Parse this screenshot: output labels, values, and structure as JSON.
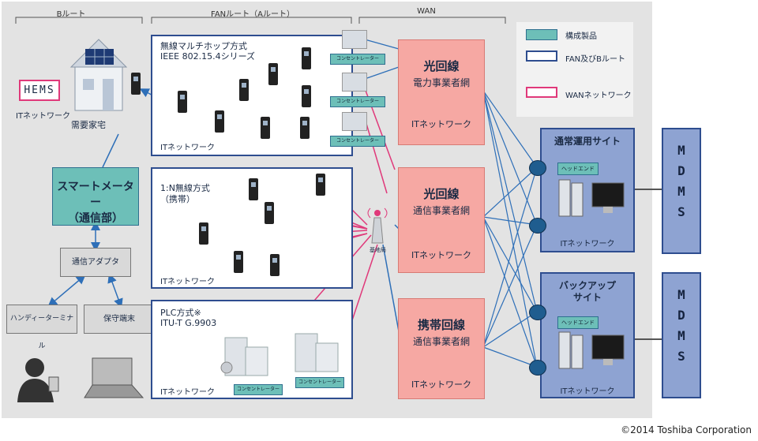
{
  "sections": {
    "b_route": "Bルート",
    "fan_route": "FANルート（Aルート）",
    "wan": "WAN"
  },
  "legend": {
    "product": "構成製品",
    "fan_b": "FAN及びBルート",
    "wan_network": "WANネットワーク"
  },
  "left": {
    "hems": "HEMS",
    "it_network": "ITネットワーク",
    "home": "需要家宅",
    "smart_meter": "スマートメーター\n（通信部）",
    "adapter": "通信アダプタ",
    "handy": "ハンディーターミナル",
    "maint": "保守端末"
  },
  "fan": {
    "multihop": "無線マルチホップ方式\nIEEE 802.15.4シリーズ",
    "one_n": "1:N無線方式\n（携帯）",
    "plc": "PLC方式※\nITU-T G.9903",
    "it_network": "ITネットワーク",
    "concentrator": "コンセントレーター"
  },
  "base_station": "基地局",
  "wan_boxes": [
    {
      "title": "光回線",
      "sub": "電力事業者網",
      "it": "ITネットワーク"
    },
    {
      "title": "光回線",
      "sub": "通信事業者網",
      "it": "ITネットワーク"
    },
    {
      "title": "携帯回線",
      "sub": "通信事業者網",
      "it": "ITネットワーク"
    }
  ],
  "sites": [
    {
      "title": "通常運用サイト",
      "headend": "ヘッドエンド",
      "it": "ITネットワーク"
    },
    {
      "title": "バックアップ\nサイト",
      "headend": "ヘッドエンド",
      "it": "ITネットワーク"
    }
  ],
  "mdms": [
    "MDMS",
    "MDMS"
  ],
  "mdms_chars": [
    [
      "M",
      "D",
      "M",
      "S"
    ],
    [
      "M",
      "D",
      "M",
      "S"
    ]
  ],
  "copyright": "©2014 Toshiba Corporation",
  "colors": {
    "blue": "#2e6fb8",
    "magenta": "#e0397a",
    "teal": "#6dbfb8",
    "pink": "#f6a8a3",
    "site_blue": "#8ea3d2"
  }
}
